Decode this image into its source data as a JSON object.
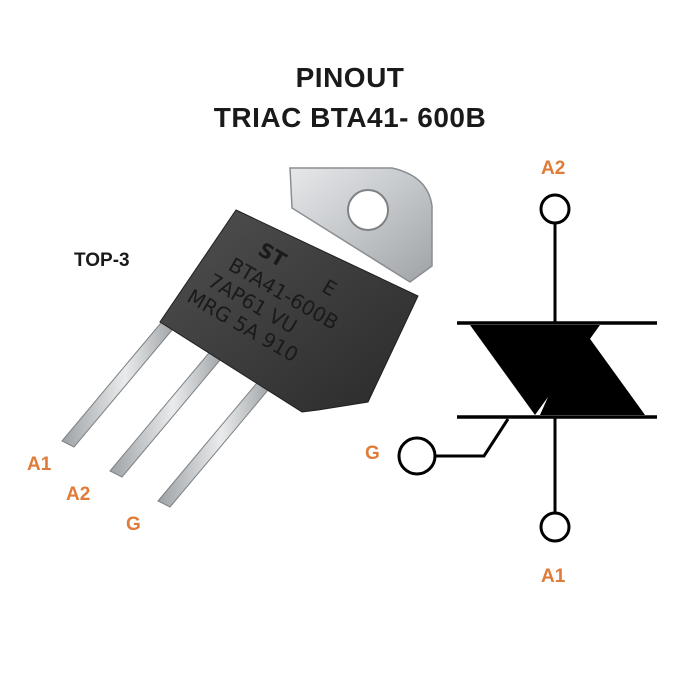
{
  "title": {
    "line1": "PINOUT",
    "line2": "TRIAC BTA41- 600B"
  },
  "package": {
    "name": "TOP-3",
    "markings": [
      "BTA41-600B",
      "7AP61  VU",
      "MRG  5A  910"
    ],
    "logo": "ST",
    "code_letter": "E"
  },
  "package_pins": [
    "A1",
    "A2",
    "G"
  ],
  "symbol_pins": {
    "top": "A2",
    "gate": "G",
    "bottom": "A1"
  },
  "colors": {
    "label_accent": "#e07c3a",
    "text": "#1a1a1a",
    "body": "#3a3a3a",
    "tab": "#c9ccce"
  }
}
